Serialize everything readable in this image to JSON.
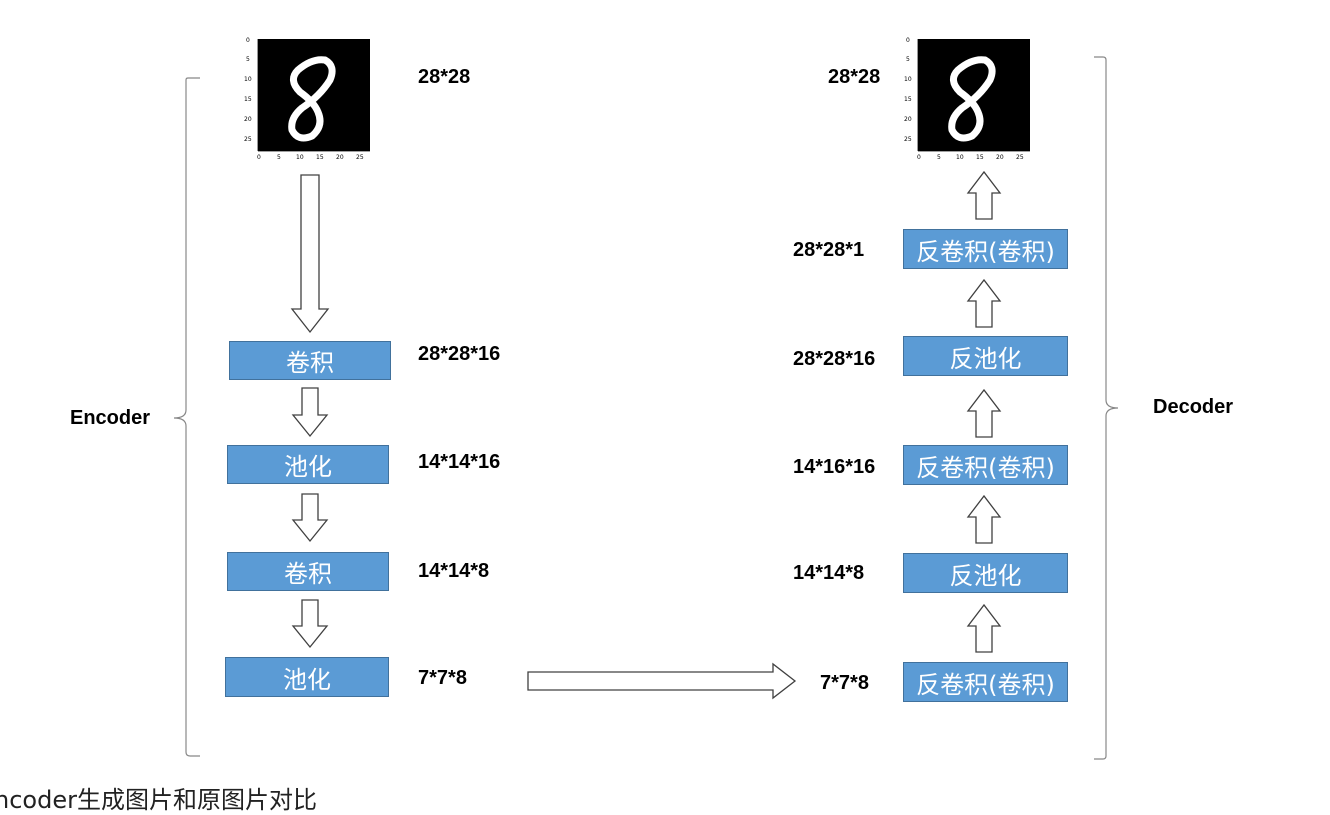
{
  "encoder": {
    "label": "Encoder",
    "input_size": "28*28",
    "steps": [
      {
        "op": "卷积",
        "size": "28*28*16"
      },
      {
        "op": "池化",
        "size": "14*14*16"
      },
      {
        "op": "卷积",
        "size": "14*14*8"
      },
      {
        "op": "池化",
        "size": "7*7*8"
      }
    ]
  },
  "decoder": {
    "label": "Decoder",
    "output_size": "28*28",
    "steps": [
      {
        "op": "反卷积(卷积)",
        "size": "28*28*1"
      },
      {
        "op": "反池化",
        "size": "28*28*16"
      },
      {
        "op": "反卷积(卷积)",
        "size": "14*16*16"
      },
      {
        "op": "反池化",
        "size": "14*14*8"
      },
      {
        "op": "反卷积(卷积)",
        "size": "7*7*8"
      }
    ]
  },
  "digit_image": {
    "content": "8",
    "axis_ticks_y": [
      "0",
      "5",
      "10",
      "15",
      "20",
      "25"
    ],
    "axis_ticks_x": [
      "0",
      "5",
      "10",
      "15",
      "20",
      "25"
    ]
  },
  "bottom_text": "ncoder生成图片和原图片对比",
  "colors": {
    "box_fill": "#5b9bd5",
    "box_border": "#41719c",
    "arrow_stroke": "#404040"
  }
}
